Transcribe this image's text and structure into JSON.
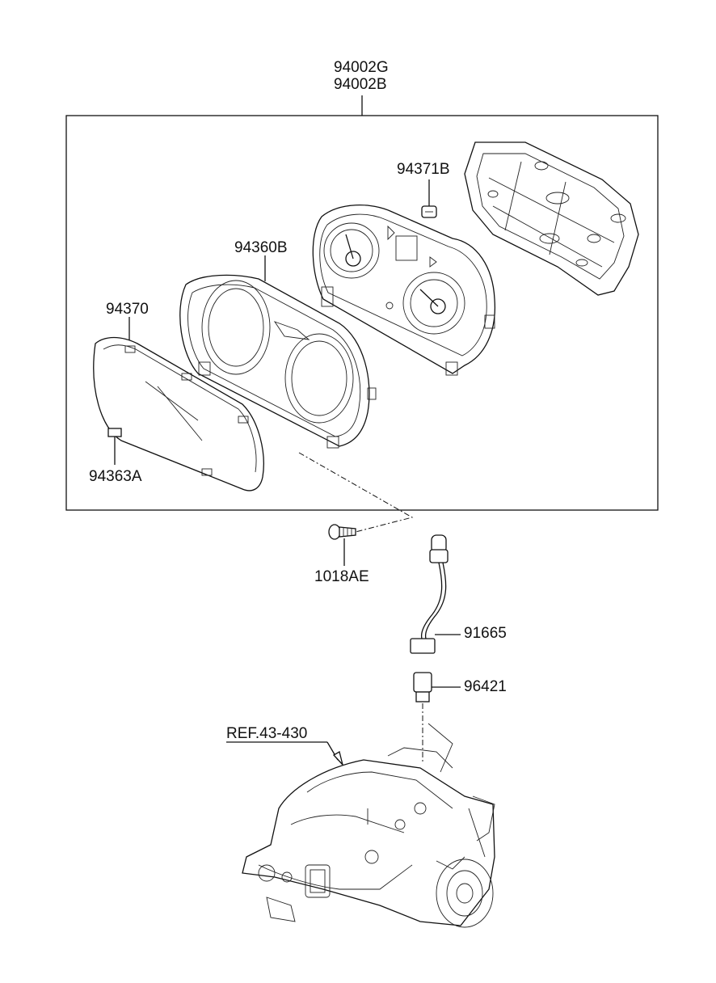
{
  "labels": {
    "assembly_top": "94002G",
    "assembly_bottom": "94002B",
    "bulb": "94371B",
    "facia": "94360B",
    "glass": "94370",
    "clip": "94363A",
    "screw": "1018AE",
    "cable": "91665",
    "sensor": "96421",
    "transaxle_ref": "REF.43-430"
  }
}
